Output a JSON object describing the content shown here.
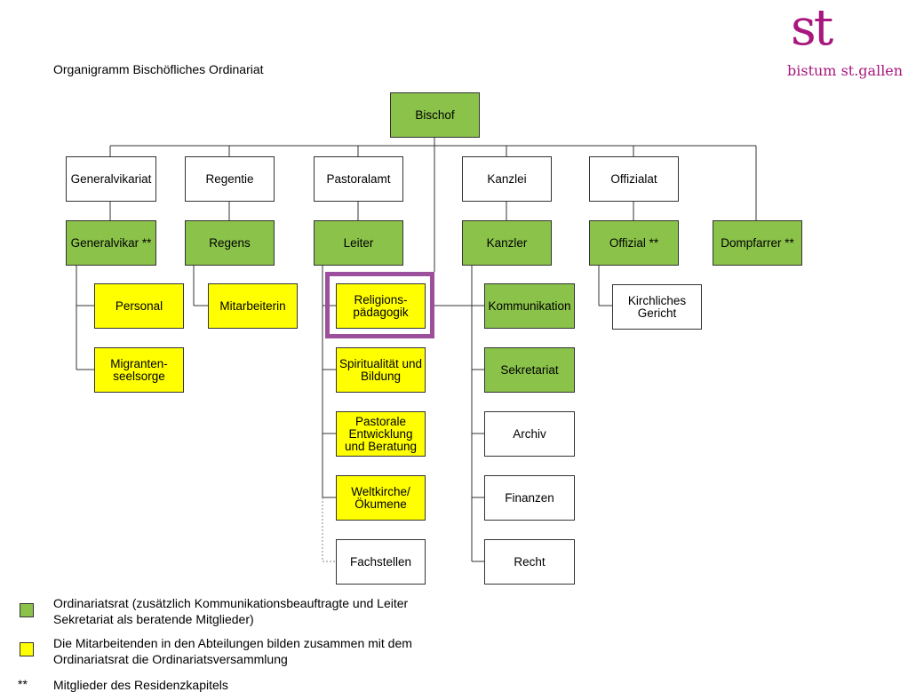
{
  "title": "Organigramm Bischöfliches Ordinariat",
  "logo": {
    "mark": "st",
    "name": "bistum st.gallen"
  },
  "colors": {
    "ordinariatsrat": "#8bc34a",
    "abteilung": "#ffff00",
    "highlight": "#9b4f9d",
    "brand": "#a8177d"
  },
  "boxes": {
    "bischof": "Bischof",
    "generalvikariat": "Generalvikariat",
    "regentie": "Regentie",
    "pastoralamt": "Pastoralamt",
    "kanzlei": "Kanzlei",
    "offizialat": "Offizialat",
    "generalvikar": "Generalvikar **",
    "regens": "Regens",
    "leiter": "Leiter",
    "kanzler": "Kanzler",
    "offizial": "Offizial **",
    "dompfarrer": "Dompfarrer  **",
    "personal": "Personal",
    "migranten": "Migranten-\nseelsorge",
    "mitarbeiterin": "Mitarbeiterin",
    "religionspaedagogik": "Religions-\npädagogik",
    "spiritualitaet": "Spiritualität und\nBildung",
    "pastorale": "Pastorale\nEntwicklung\nund Beratung",
    "weltkirche": "Weltkirche/\nÖkumene",
    "fachstellen": "Fachstellen",
    "kommunikation": "Kommunikation",
    "sekretariat": "Sekretariat",
    "archiv": "Archiv",
    "finanzen": "Finanzen",
    "recht": "Recht",
    "gericht": "Kirchliches\nGericht"
  },
  "legend": {
    "green_text": "Ordinariatsrat (zusätzlich Kommunikationsbeauftragte und Leiter Sekretariat als beratende Mitglieder)",
    "yellow_text": "Die Mitarbeitenden in den Abteilungen bilden zusammen mit dem Ordinariatsrat die Ordinariatsversammlung",
    "star_symbol": "**",
    "star_text": "Mitglieder des Residenzkapitels"
  }
}
